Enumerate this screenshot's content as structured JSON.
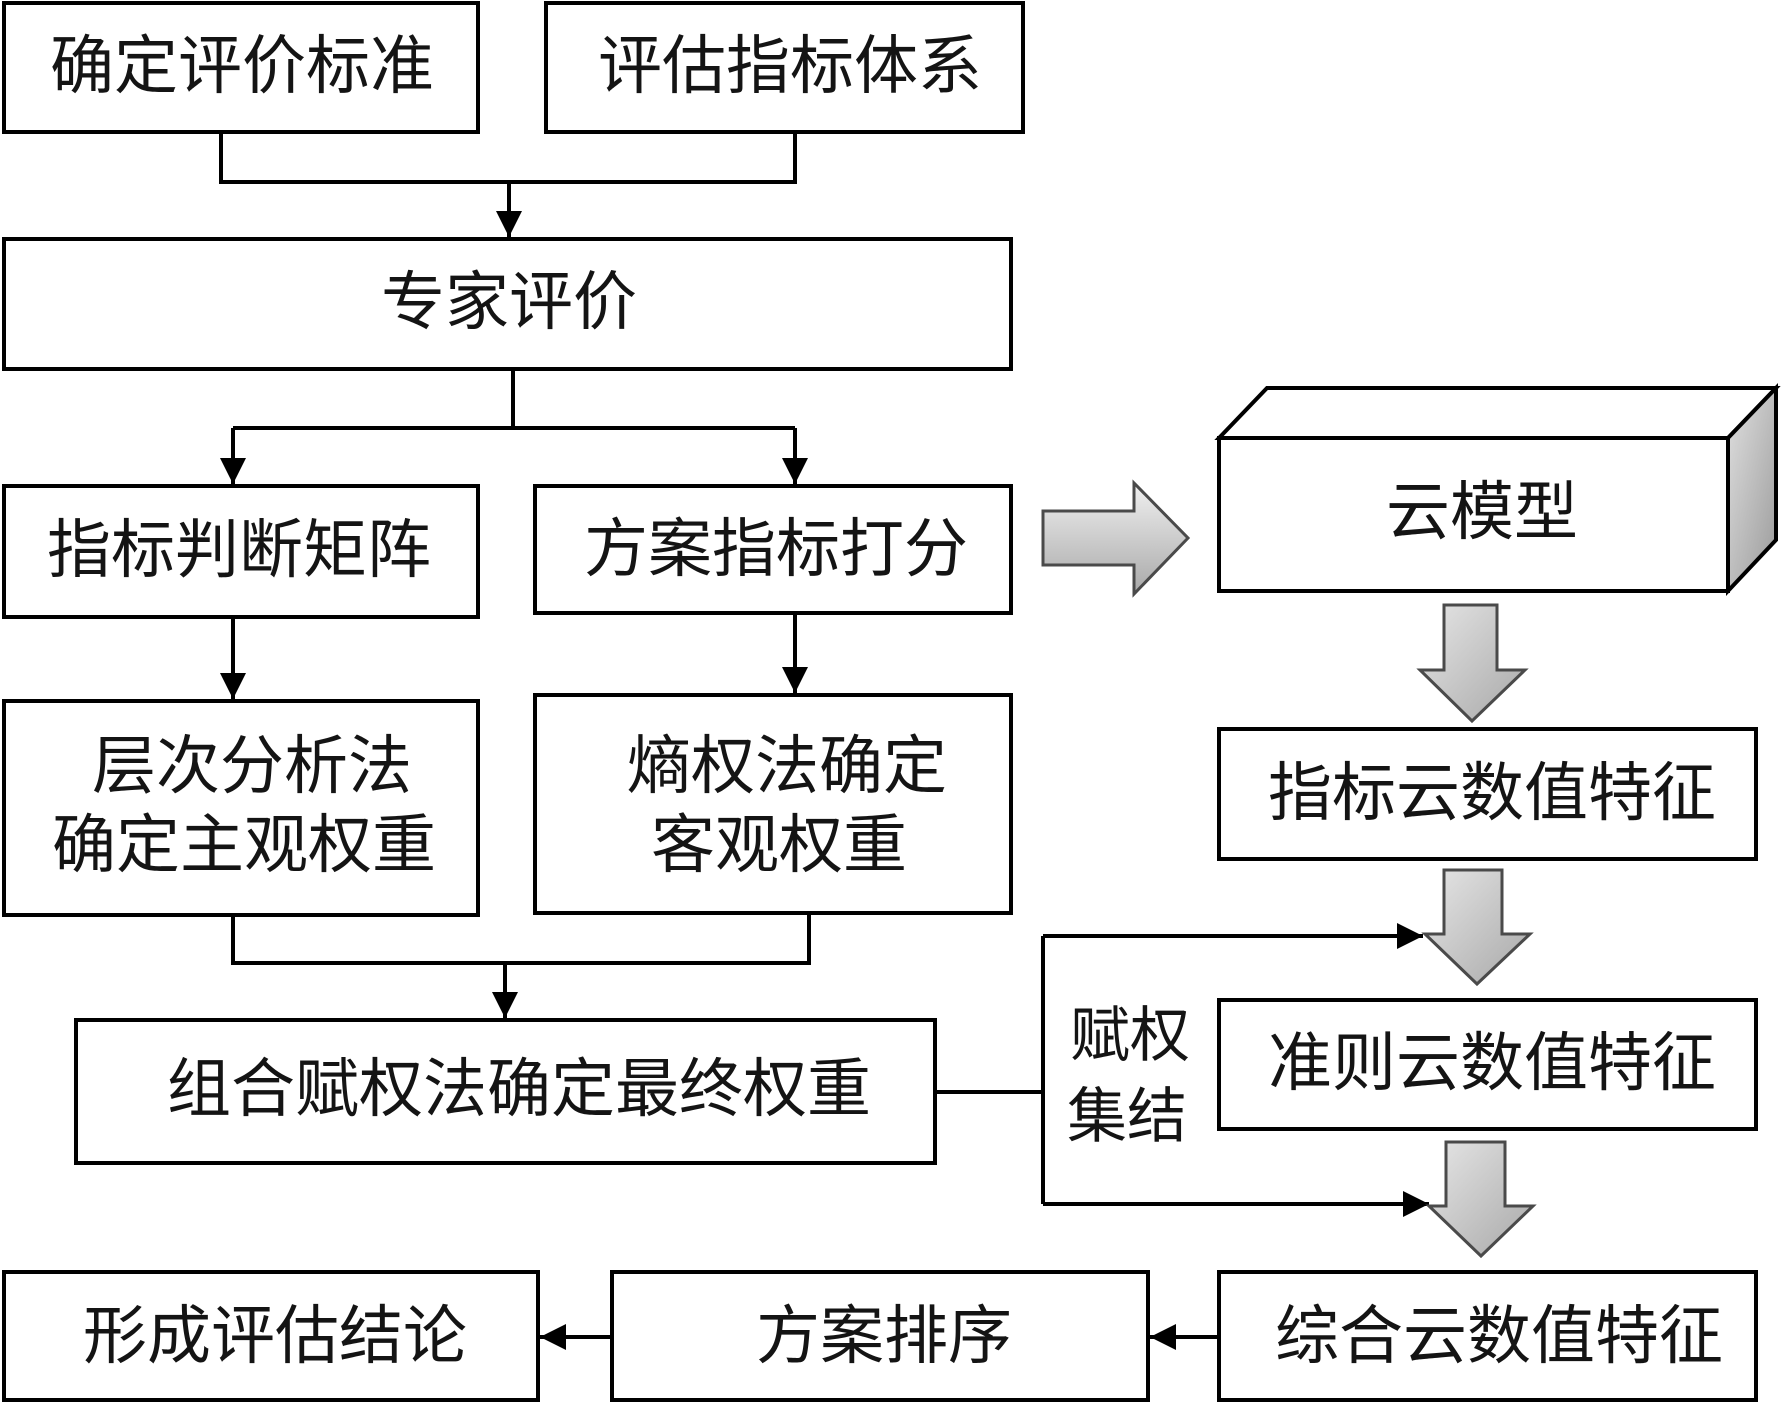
{
  "diagram": {
    "nodes": {
      "criteria": {
        "label": "确定评价标准"
      },
      "index_system": {
        "label": "评估指标体系"
      },
      "expert": {
        "label": "专家评价"
      },
      "judgment_matrix": {
        "label": "指标判断矩阵"
      },
      "scoring": {
        "label": "方案指标打分"
      },
      "ahp": {
        "lines": [
          "层次分析法",
          "确定主观权重"
        ]
      },
      "entropy": {
        "lines": [
          "熵权法确定",
          "客观权重"
        ]
      },
      "combined": {
        "label": "组合赋权法确定最终权重"
      },
      "cloud_model": {
        "label": "云模型"
      },
      "index_cloud": {
        "label": "指标云数值特征"
      },
      "criterion_cloud": {
        "label": "准则云数值特征"
      },
      "overall_cloud": {
        "label": "综合云数值特征"
      },
      "ranking": {
        "label": "方案排序"
      },
      "conclusion": {
        "label": "形成评估结论"
      }
    },
    "edge_labels": {
      "weight_aggregation": [
        "赋权",
        "集结"
      ]
    },
    "colors": {
      "stroke": "#000000",
      "box_fill": "#ffffff",
      "block_arrow_fill": "#c8c8c8"
    }
  }
}
